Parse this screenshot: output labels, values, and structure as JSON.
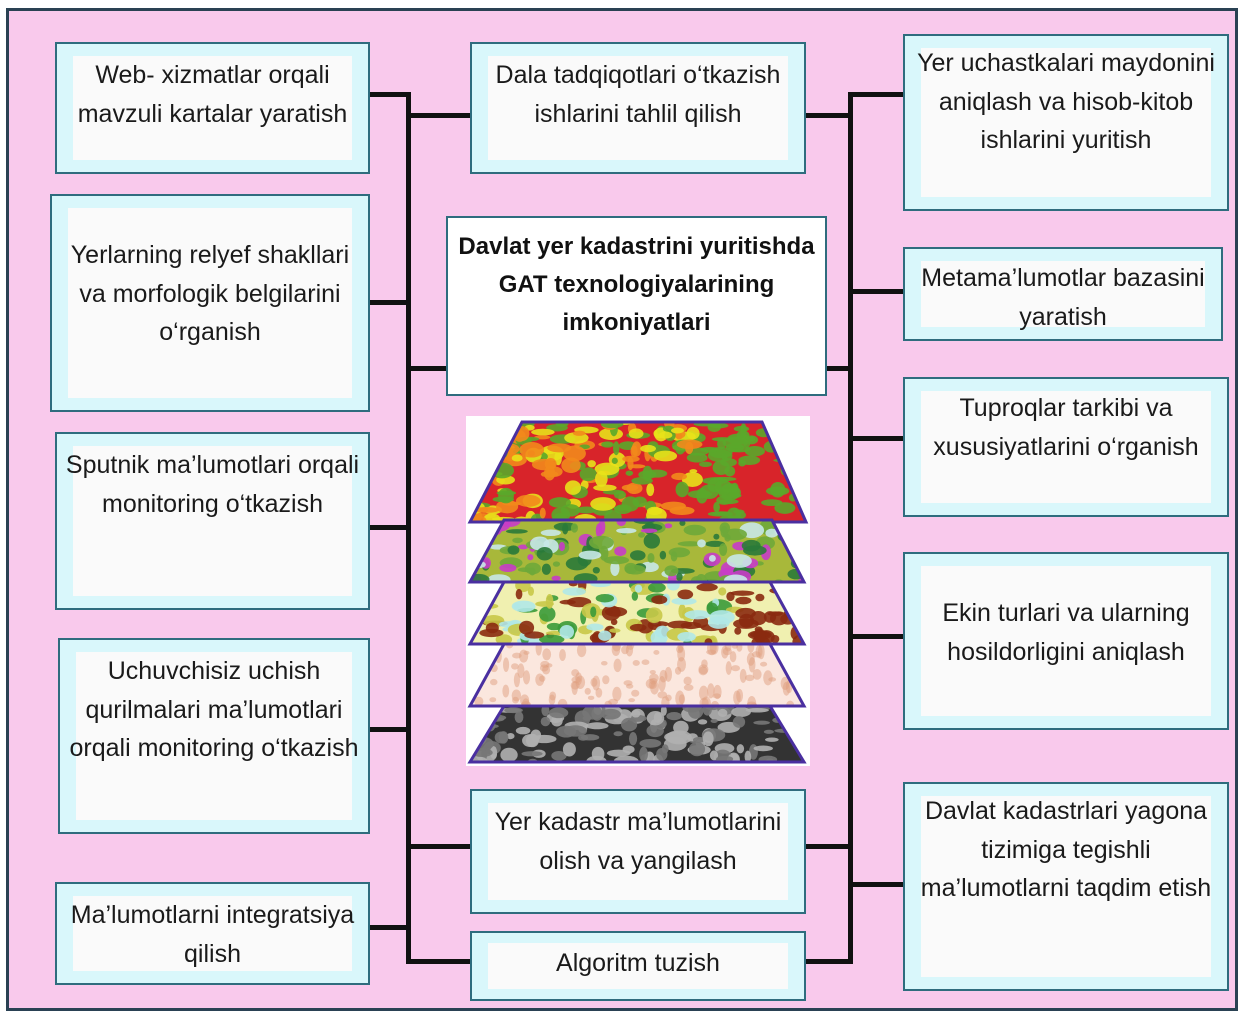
{
  "center": {
    "title": "Davlat yer kadastrini yuritishda GAT texnologiyalarining imkoniyatlari"
  },
  "left": [
    {
      "text": "Web- xizmatlar orqali mavzuli kartalar yaratish"
    },
    {
      "text": "Yerlarning relyef shakllari va morfologik belgilarini o‘rganish"
    },
    {
      "text": "Sputnik ma’lumotlari orqali monitoring o‘tkazish"
    },
    {
      "text": "Uchuvchisiz uchish qurilmalari ma’lumotlari orqali monitoring o‘tkazish"
    },
    {
      "text": "Ma’lumotlarni integratsiya qilish"
    }
  ],
  "middle": [
    {
      "text": "Dala tadqiqotlari o‘tkazish ishlarini tahlil qilish"
    },
    {
      "text": "Yer kadastr ma’lumotlarini olish va yangilash"
    },
    {
      "text": "Algoritm tuzish"
    }
  ],
  "right": [
    {
      "text": "Yer uchastkalari maydonini aniqlash va hisob-kitob ishlarini yuritish"
    },
    {
      "text": "Metama’lumotlar bazasini yaratish"
    },
    {
      "text": "Tuproqlar tarkibi va xususiyatlarini o‘rganish"
    },
    {
      "text": "Ekin turlari va ularning hosildorligini aniqlash"
    },
    {
      "text": "Davlat kadastrlari yagona tizimiga tegishli ma’lumotlarni taqdim etish"
    }
  ],
  "map_layers": [
    {
      "name": "land-cover",
      "colors": [
        "#d8242a",
        "#f28a1c",
        "#e8e21a",
        "#5aa82a"
      ]
    },
    {
      "name": "land-use",
      "colors": [
        "#a8b83a",
        "#6ea83a",
        "#c83cc8",
        "#c8e8e8",
        "#2a7a3a"
      ]
    },
    {
      "name": "elevation-contours",
      "colors": [
        "#f0f0b0",
        "#b0e8e8",
        "#c8c848",
        "#8a2a10",
        "#3a9a3a"
      ]
    },
    {
      "name": "cadastral-boundaries",
      "colors": [
        "#fbe7de",
        "#e0a080"
      ]
    },
    {
      "name": "satellite-imagery",
      "colors": [
        "#333333",
        "#777777",
        "#b0b0b0"
      ]
    }
  ],
  "colors": {
    "background": "#f9c9ec",
    "frame": "#2a4153",
    "box_outer": "#d9f7fb",
    "box_inner": "#fafafa",
    "connector": "#111111",
    "map_outline": "#4a2fa0"
  }
}
